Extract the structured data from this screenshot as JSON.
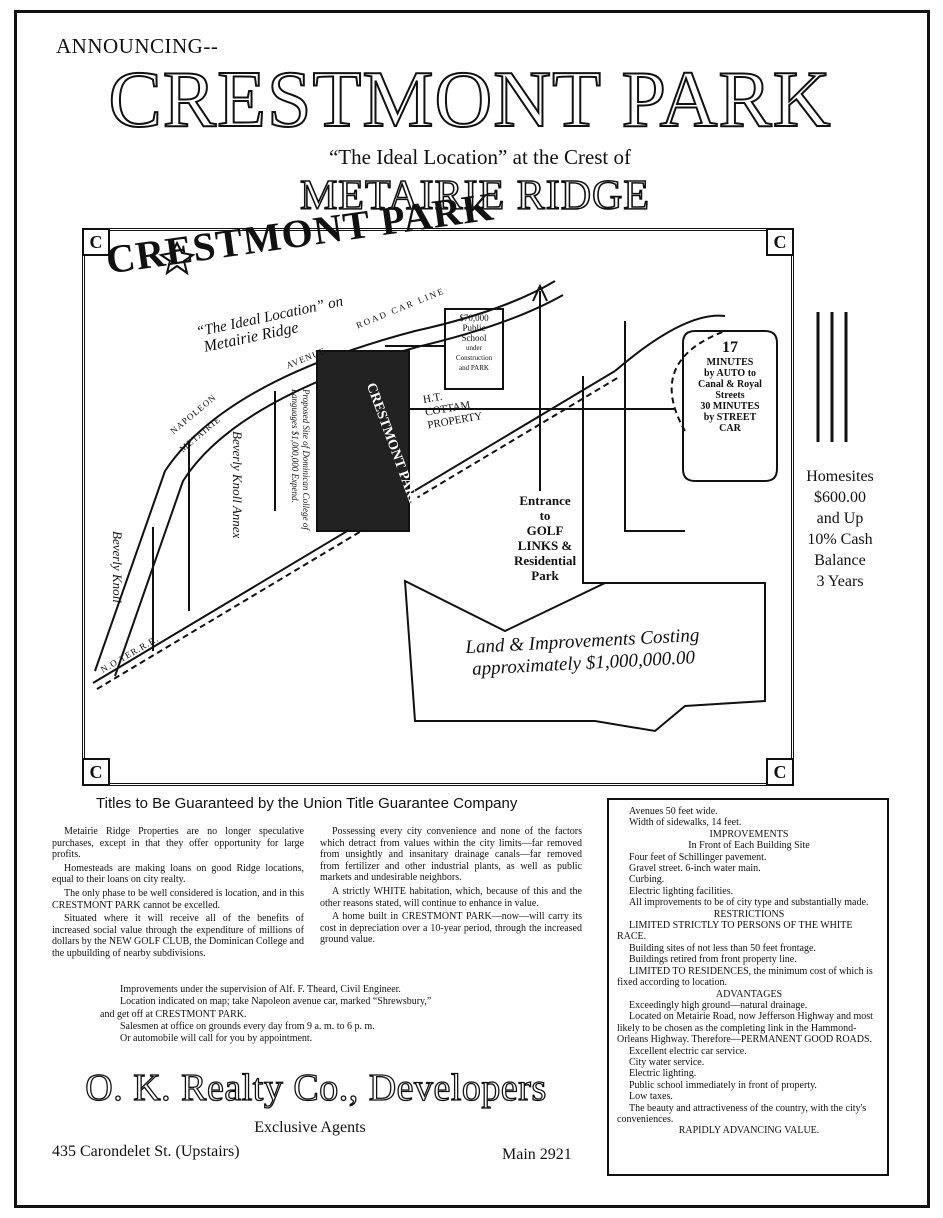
{
  "header": {
    "announcing": "ANNOUNCING--",
    "title": "CRESTMONT PARK",
    "tagline": "“The Ideal Location” at the Crest of",
    "ridge": "METAIRIE RIDGE"
  },
  "map": {
    "logo_title": "CRESTMONT PARK",
    "logo_subtitle_1": "“The Ideal Location” on",
    "logo_subtitle_2": "Metairie Ridge",
    "corner_mark": "C",
    "road_metairie": "METAIRIE",
    "road_napoleon": "NAPOLEON",
    "road_avenue": "AVENUE",
    "road_car_line": "ROAD  CAR  LINE",
    "railroad": "N.O.TER.R.R.",
    "beverly_knoll": "Beverly Knoll",
    "beverly_knoll_annex": "Beverly Knoll Annex",
    "dominican": "Proposed Site of Dominican College of Languages $1,000,000 Expend.",
    "crestmont_lot": "CRESTMONT PARK",
    "cottam": [
      "H.T.",
      "COTTAM",
      "PROPERTY"
    ],
    "school": [
      "$70,000",
      "Public",
      "School",
      "under",
      "Construction",
      "and PARK"
    ],
    "entrance": [
      "Entrance",
      "to",
      "GOLF",
      "LINKS &",
      "Residential",
      "Park"
    ],
    "minutes": [
      "17",
      "MINUTES",
      "by AUTO to",
      "Canal & Royal",
      "Streets",
      "30 MINUTES",
      "by STREET",
      "CAR"
    ],
    "land_cost_1": "Land & Improvements Costing",
    "land_cost_2": "approximately $1,000,000.00"
  },
  "price": [
    "Homesites",
    "$600.00",
    "and Up",
    "10% Cash",
    "Balance",
    "3 Years"
  ],
  "titles_line": "Titles to Be Guaranteed by the Union Title Guarantee Company",
  "col1": [
    "Metairie Ridge Properties are no longer speculative purchases, except in that they offer opportunity for large profits.",
    "Homesteads are making loans on good Ridge locations, equal to their loans on city realty.",
    "The only phase to be well considered is location, and in this CRESTMONT PARK cannot be excelled.",
    "Situated where it will receive all of the benefits of increased social value through the expenditure of millions of dollars by the NEW GOLF CLUB, the Dominican College and the upbuilding of nearby subdivisions."
  ],
  "col2": [
    "Possessing every city convenience and none of the factors which detract from values within the city limits—far removed from unsightly and insanitary drainage canals—far removed from fertilizer and other industrial plants, as well as public markets and undesirable neighbors.",
    "A strictly WHITE habitation, which, because of this and the other reasons stated, will continue to enhance in value.",
    "A home built in CRESTMONT PARK—now—will carry its cost in depreciation over a 10-year period, through the increased ground value."
  ],
  "improvements_block": [
    "Improvements under the supervision of Alf. F. Theard, Civil Engineer.",
    "Location indicated on map; take Napoleon avenue car, marked “Shrewsbury,”",
    "and get off at CRESTMONT PARK.",
    "Salesmen at office on grounds every day from 9 a. m. to 6 p. m.",
    "Or automobile will call for you by appointment."
  ],
  "developers": "O. K. Realty Co., Developers",
  "exclusive": "Exclusive Agents",
  "address": "435 Carondelet St. (Upstairs)",
  "phone": "Main 2921",
  "sidebar": [
    {
      "t": "Avenues 50 feet wide.",
      "c": "ind"
    },
    {
      "t": "Width of sidewalks, 14 feet.",
      "c": "ind"
    },
    {
      "t": "IMPROVEMENTS",
      "c": "hd"
    },
    {
      "t": "In Front of Each Building Site",
      "c": "hd"
    },
    {
      "t": "Four feet of Schillinger pavement.",
      "c": "ind"
    },
    {
      "t": "Gravel street.  6-inch water main.",
      "c": "ind"
    },
    {
      "t": "Curbing.",
      "c": "ind"
    },
    {
      "t": "Electric lighting facilities.",
      "c": "ind"
    },
    {
      "t": "All improvements to be of city type and substantially made.",
      "c": "ind"
    },
    {
      "t": "RESTRICTIONS",
      "c": "hd"
    },
    {
      "t": "LIMITED STRICTLY TO PERSONS OF THE WHITE RACE.",
      "c": "ind"
    },
    {
      "t": "Building sites of not less than 50 feet frontage.",
      "c": "ind"
    },
    {
      "t": "Buildings retired from front property line.",
      "c": "ind"
    },
    {
      "t": "LIMITED TO RESIDENCES, the minimum cost of which is fixed according to location.",
      "c": "ind"
    },
    {
      "t": "ADVANTAGES",
      "c": "hd"
    },
    {
      "t": "Exceedingly high ground—natural drainage.",
      "c": "ind"
    },
    {
      "t": "Located on Metairie Road, now Jefferson Highway and most likely to be chosen as the completing link in the Hammond-Orleans Highway. Therefore—PERMANENT GOOD ROADS.",
      "c": "ind"
    },
    {
      "t": "Excellent electric car service.",
      "c": "ind"
    },
    {
      "t": "City water service.",
      "c": "ind"
    },
    {
      "t": "Electric lighting.",
      "c": "ind"
    },
    {
      "t": "Public school immediately in front of property.",
      "c": "ind"
    },
    {
      "t": "Low taxes.",
      "c": "ind"
    },
    {
      "t": "The beauty and attractiveness of the country, with the city's conveniences.",
      "c": "ind"
    },
    {
      "t": "RAPIDLY ADVANCING VALUE.",
      "c": "center"
    }
  ]
}
